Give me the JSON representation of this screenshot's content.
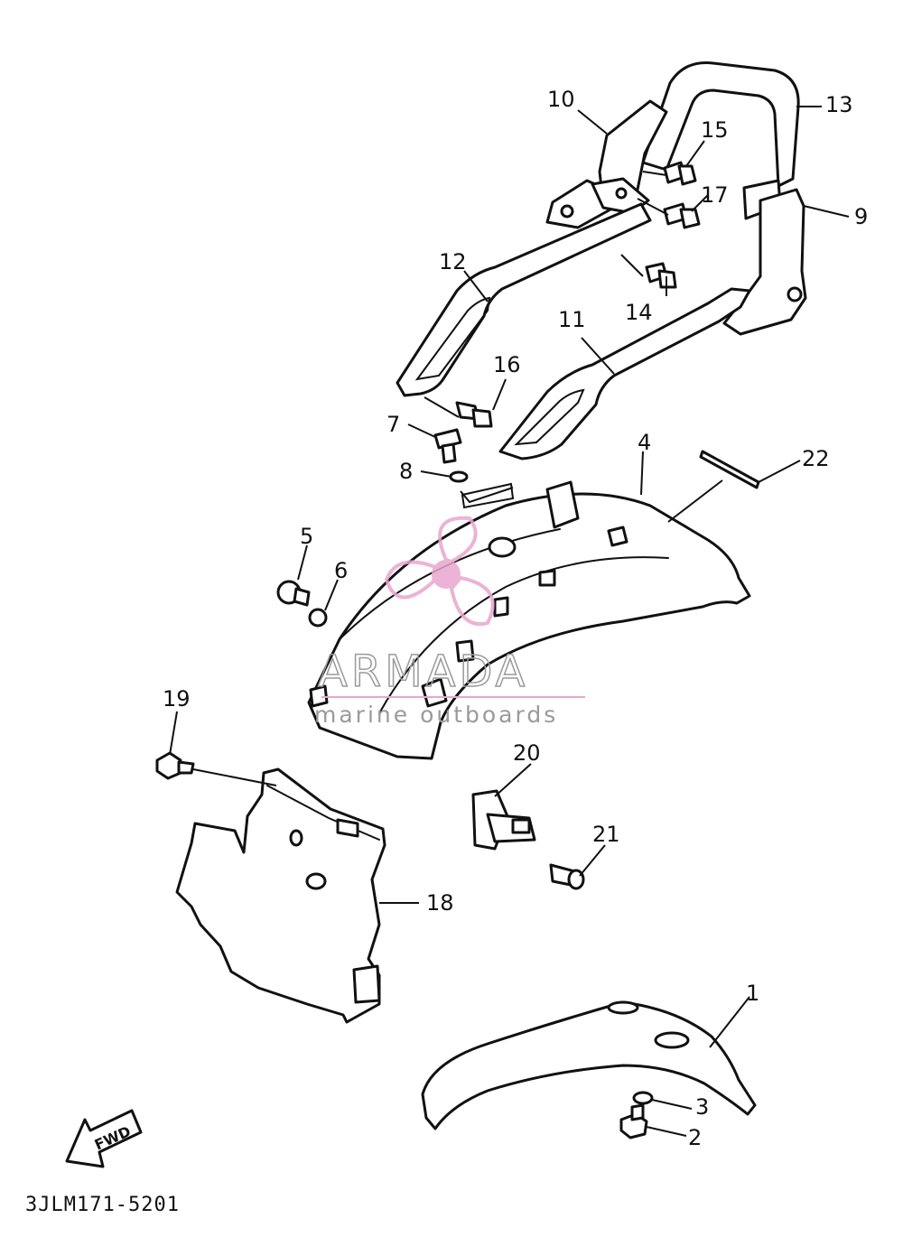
{
  "callouts": [
    {
      "id": "1",
      "label": "1"
    },
    {
      "id": "2",
      "label": "2"
    },
    {
      "id": "3",
      "label": "3"
    },
    {
      "id": "4",
      "label": "4"
    },
    {
      "id": "5",
      "label": "5"
    },
    {
      "id": "6",
      "label": "6"
    },
    {
      "id": "7",
      "label": "7"
    },
    {
      "id": "8",
      "label": "8"
    },
    {
      "id": "9",
      "label": "9"
    },
    {
      "id": "10",
      "label": "10"
    },
    {
      "id": "11",
      "label": "11"
    },
    {
      "id": "12",
      "label": "12"
    },
    {
      "id": "13",
      "label": "13"
    },
    {
      "id": "14",
      "label": "14"
    },
    {
      "id": "15",
      "label": "15"
    },
    {
      "id": "16",
      "label": "16"
    },
    {
      "id": "17",
      "label": "17"
    },
    {
      "id": "18",
      "label": "18"
    },
    {
      "id": "19",
      "label": "19"
    },
    {
      "id": "20",
      "label": "20"
    },
    {
      "id": "21",
      "label": "21"
    },
    {
      "id": "22",
      "label": "22"
    }
  ],
  "direction_arrow": {
    "label": "FWD"
  },
  "diagram_code": "3JLM171-5201",
  "watermark": {
    "brand": "ARMADA",
    "tagline": "marine outboards",
    "accent_color": "#e8a6cf",
    "text_color": "#9a9a9a"
  }
}
